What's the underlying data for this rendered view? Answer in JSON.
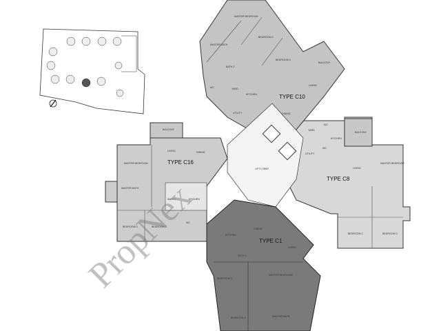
{
  "watermark": "PropNex",
  "site_plan": {
    "north_arrow_icon": "north-arrow-icon"
  },
  "units": [
    {
      "type": "TYPE C10",
      "rooms": [
        "MASTER BEDROOM",
        "MASTER BATH",
        "BEDROOM 2",
        "BEDROOM 3",
        "BATH 2",
        "BALCONY",
        "LIVING",
        "A/C",
        "YARD",
        "KITCHEN",
        "UTILITY",
        "DINING"
      ]
    },
    {
      "type": "TYPE C16",
      "rooms": [
        "BALCONY",
        "LIVING",
        "DINING",
        "MASTER BEDROOM",
        "MASTER BATH",
        "BATH 2",
        "KITCHEN",
        "BEDROOM 3",
        "BEDROOM 2",
        "A/C"
      ]
    },
    {
      "type": "TYPE C8",
      "rooms": [
        "BALCONY",
        "YARD",
        "KITCHEN",
        "UTILITY",
        "WC",
        "LIVING",
        "MASTER BEDROOM",
        "BEDROOM 2",
        "BEDROOM 3",
        "A/C"
      ]
    },
    {
      "type": "TYPE C1",
      "rooms": [
        "KITCHEN",
        "DINING",
        "LIVING",
        "BATH 2",
        "BEDROOM 3",
        "MASTER BEDROOM",
        "MASTER BATH",
        "BEDROOM 2"
      ]
    }
  ],
  "core": {
    "lift_lobby": "LIFT LOBBY"
  },
  "colors": {
    "c10": "#c4c4c4",
    "c16": "#cdcdcd",
    "c8": "#d8d8d8",
    "c1": "#7a7a7a",
    "line": "#333333"
  }
}
